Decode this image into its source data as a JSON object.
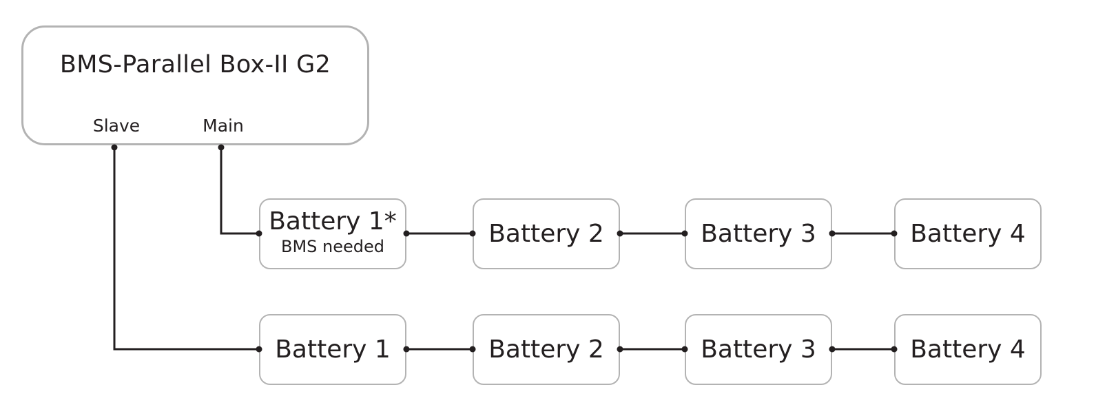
{
  "controller": {
    "title": "BMS-Parallel Box-II G2",
    "ports": {
      "slave": "Slave",
      "main": "Main"
    }
  },
  "main_chain": [
    {
      "label": "Battery 1*",
      "note": "BMS needed"
    },
    {
      "label": "Battery 2"
    },
    {
      "label": "Battery 3"
    },
    {
      "label": "Battery 4"
    }
  ],
  "slave_chain": [
    {
      "label": "Battery 1"
    },
    {
      "label": "Battery 2"
    },
    {
      "label": "Battery 3"
    },
    {
      "label": "Battery 4"
    }
  ],
  "connections": [
    {
      "from": "Main",
      "to": "main_chain.0"
    },
    {
      "from": "Slave",
      "to": "slave_chain.0"
    },
    {
      "chain": "main_chain",
      "links": "daisy-chain"
    },
    {
      "chain": "slave_chain",
      "links": "daisy-chain"
    }
  ],
  "colors": {
    "line": "#231f20",
    "box_border": "#b3b3b3",
    "text": "#231f20"
  }
}
